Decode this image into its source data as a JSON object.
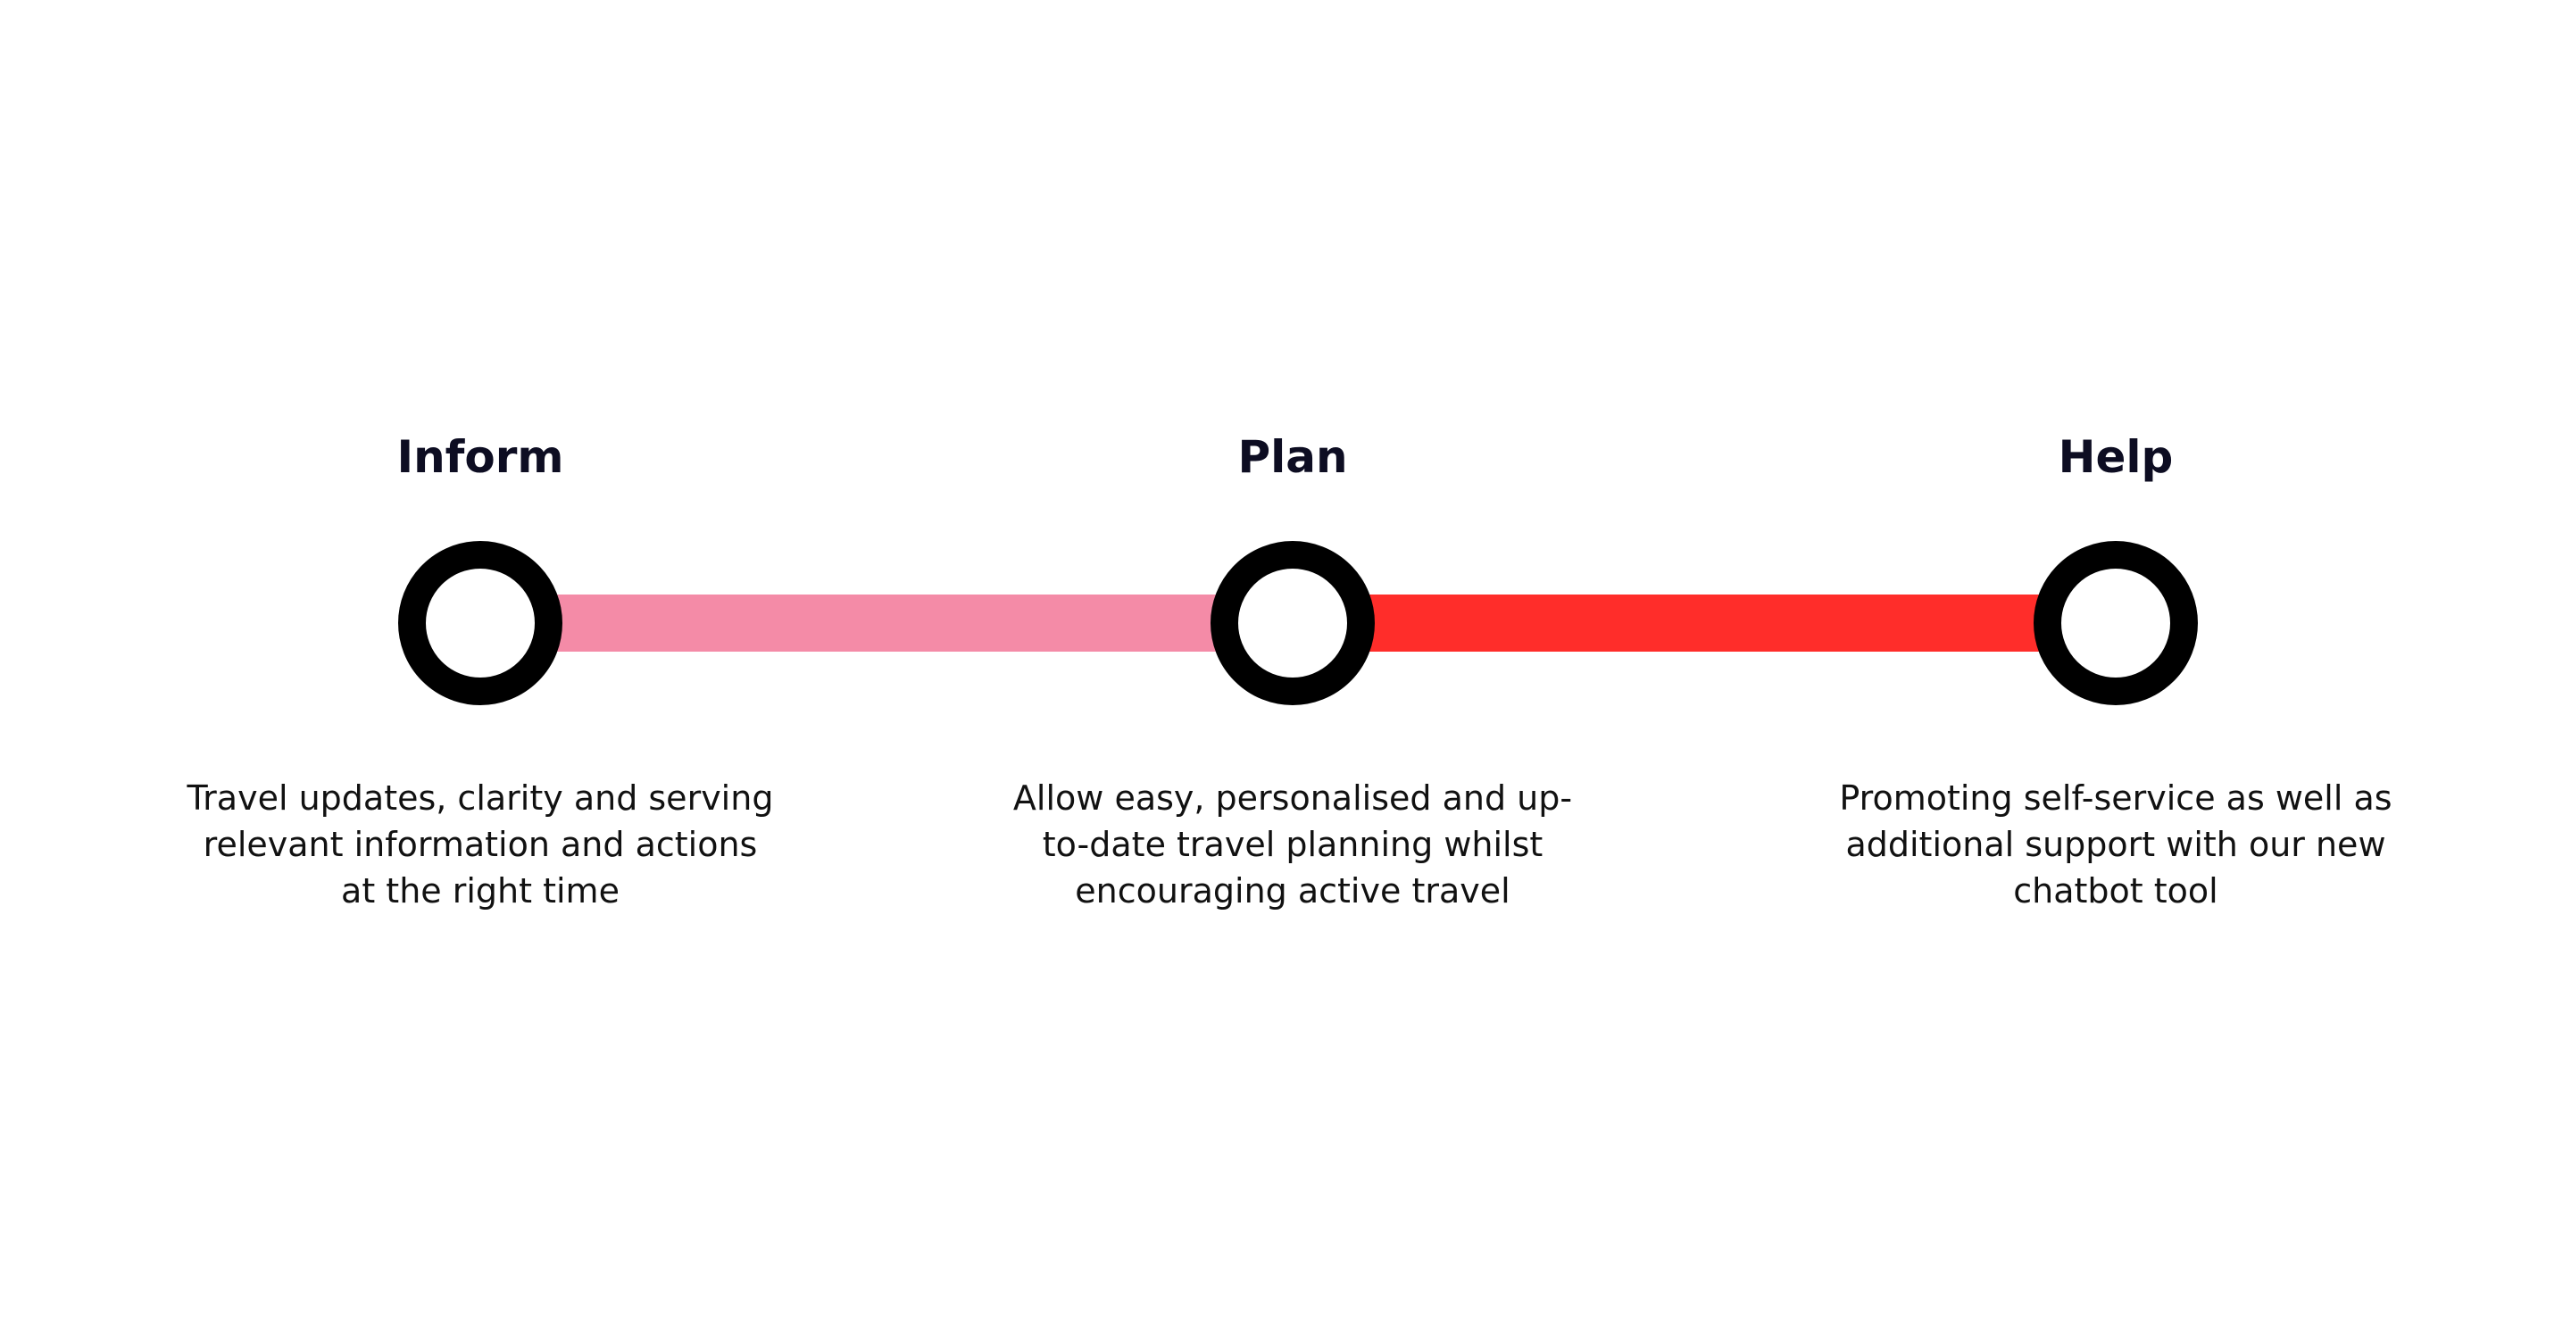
{
  "colors": {
    "connector_inform_plan": "#f48ba7",
    "connector_plan_help": "#ff2d2a",
    "node_ring": "#000000",
    "text": "#0d0d22",
    "background": "#ffffff"
  },
  "steps": [
    {
      "title": "Inform",
      "description_lines": [
        "Travel updates, clarity and serving",
        "relevant information and actions",
        "at the right time"
      ]
    },
    {
      "title": "Plan",
      "description_lines": [
        "Allow easy, personalised and up-",
        "to-date travel planning whilst",
        "encouraging active travel"
      ]
    },
    {
      "title": "Help",
      "description_lines": [
        "Promoting self-service as well as",
        "additional support with our new",
        "chatbot tool"
      ]
    }
  ]
}
